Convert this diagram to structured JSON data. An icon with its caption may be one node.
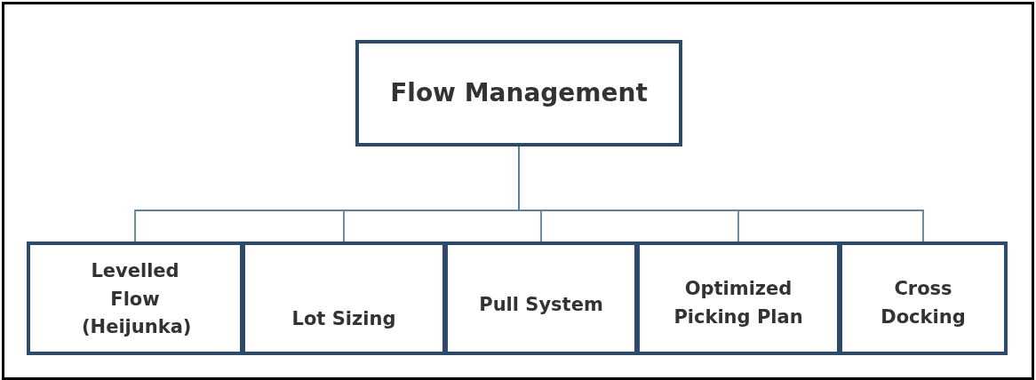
{
  "diagram": {
    "nodes": [
      {
        "text": [
          "Flow Management"
        ]
      },
      {
        "text": [
          "Levelled Flow (Heijunka)"
        ]
      },
      {
        "text": [
          "Lot Sizing"
        ]
      },
      {
        "text": [
          "Pull System"
        ]
      },
      {
        "text": [
          "Optimized Picking Plan"
        ]
      },
      {
        "text": [
          "Cross Docking"
        ]
      }
    ],
    "edges": [
      {
        "from": 0,
        "to": 1,
        "arrow": "none"
      },
      {
        "from": 0,
        "to": 2,
        "arrow": "none"
      },
      {
        "from": 0,
        "to": 3,
        "arrow": "none"
      },
      {
        "from": 0,
        "to": 4,
        "arrow": "none"
      },
      {
        "from": 0,
        "to": 5,
        "arrow": "none"
      }
    ]
  }
}
